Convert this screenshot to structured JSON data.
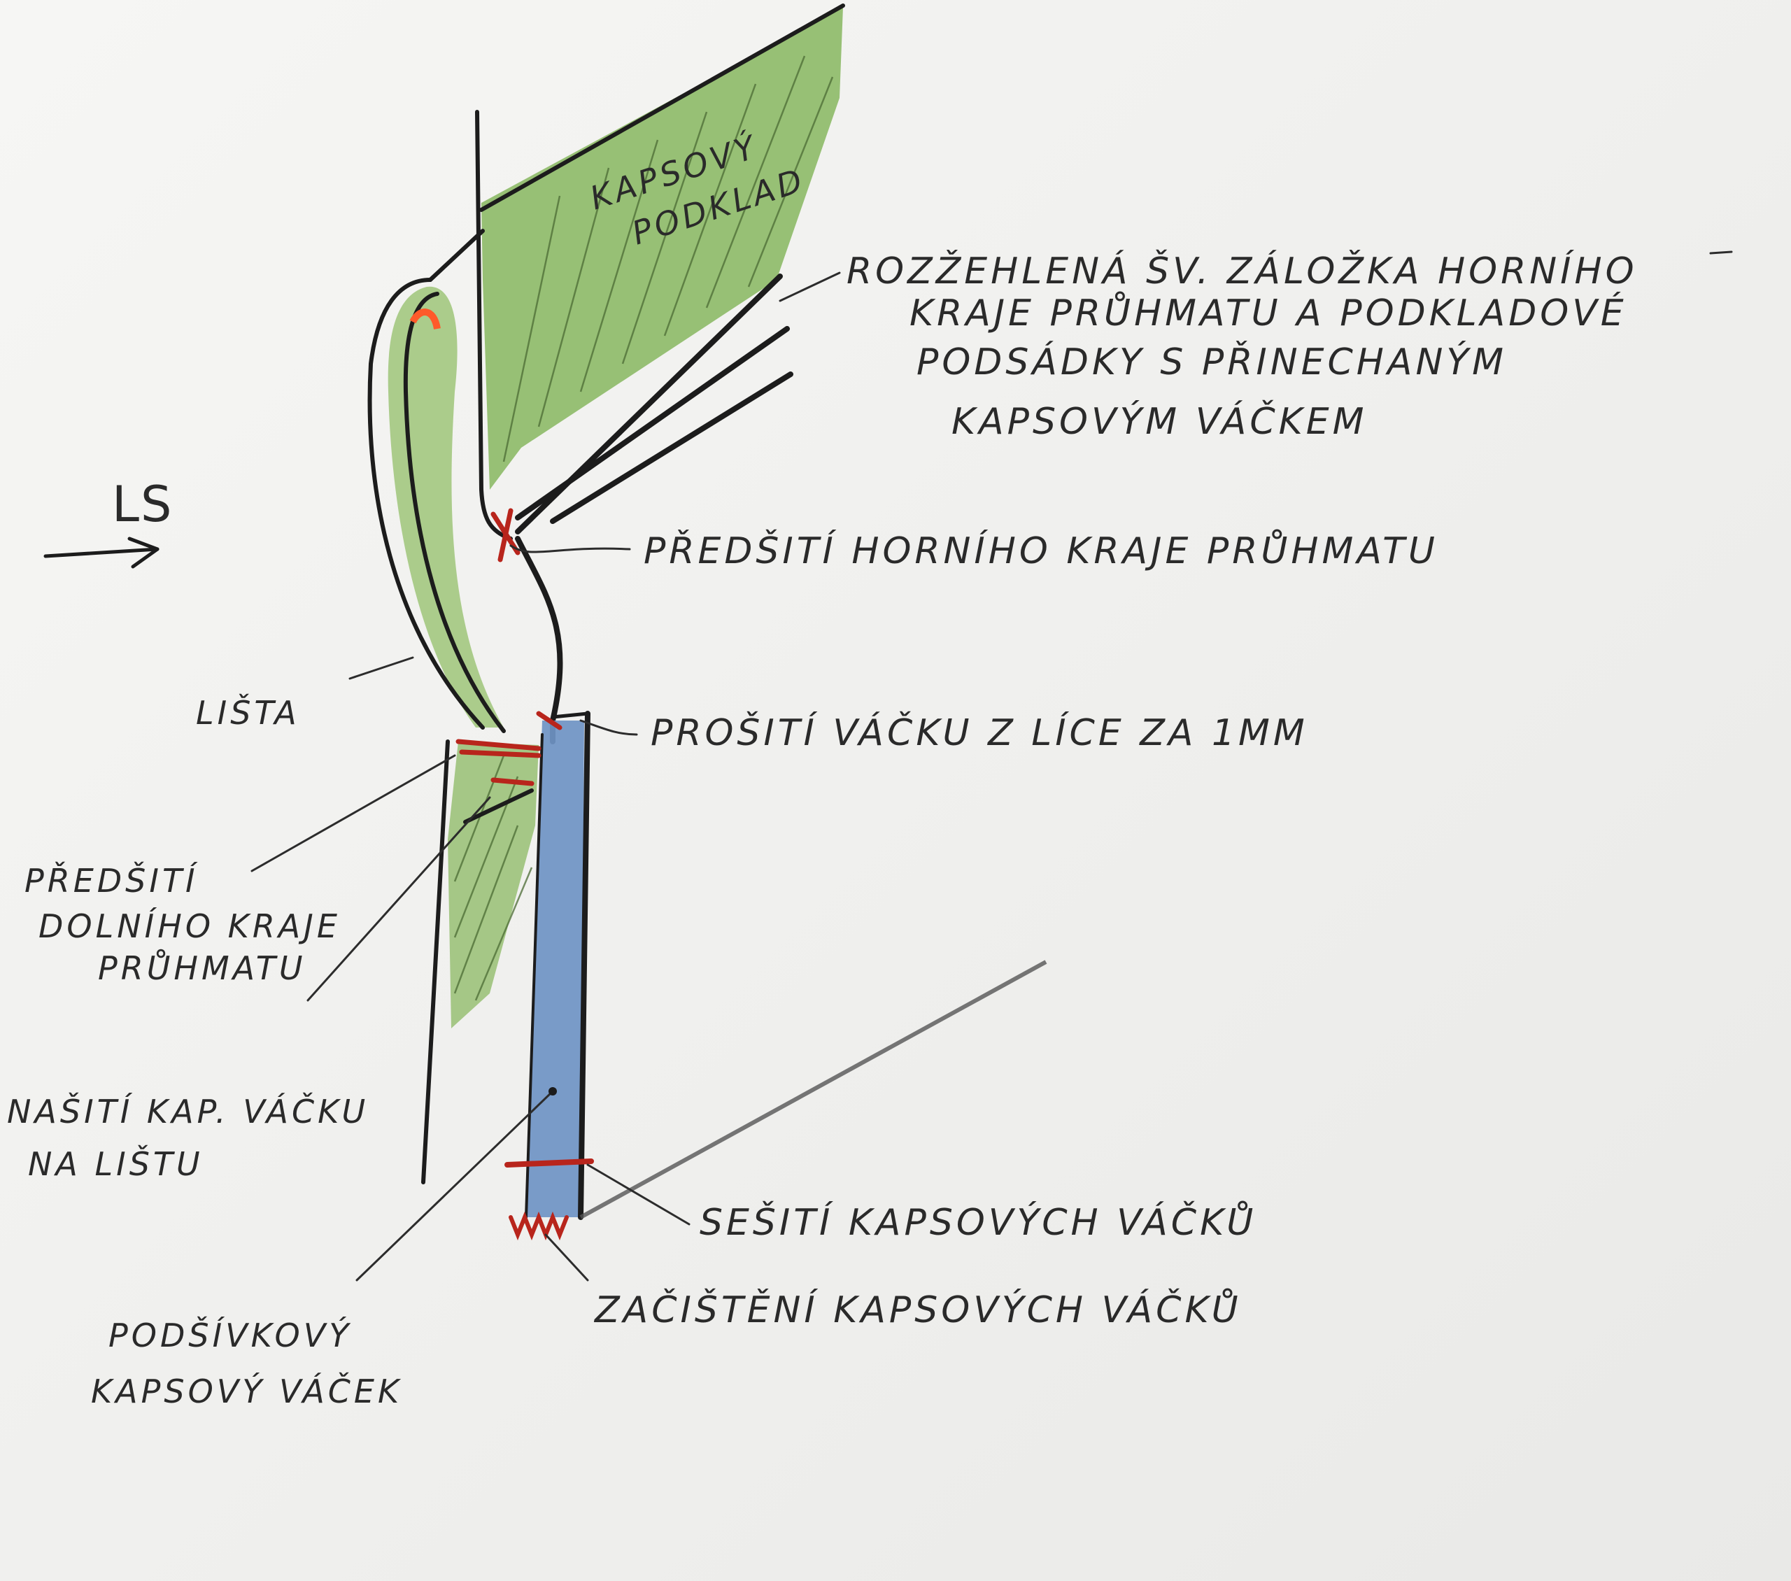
{
  "labels": {
    "kapsovy_podklad_line1": "KAPSOVÝ",
    "kapsovy_podklad_line2": "PODKLAD",
    "rozzehlena_line1": "ROZŽEHLENÁ ŠV. ZÁLOŽKA HORNÍHO",
    "rozzehlena_line2": "KRAJE PRŮHMATU A PODKLADOVÉ",
    "rozzehlena_line3": "PODSÁDKY S PŘINECHANÝM",
    "rozzehlena_line4": "KAPSOVÝM VÁČKEM",
    "ls": "LS",
    "predsiti_horniho": "PŘEDŠITÍ HORNÍHO KRAJE PRŮHMATU",
    "lista": "LIŠTA",
    "prositi_vacku": "PROŠITÍ VÁČKU Z LÍCE ZA 1MM",
    "predsiti_dolniho_line1": "PŘEDŠITÍ",
    "predsiti_dolniho_line2": "DOLNÍHO KRAJE",
    "predsiti_dolniho_line3": "PRŮHMATU",
    "nasiti_line1": "NAŠITÍ KAP. VÁČKU",
    "nasiti_line2": "NA LIŠTU",
    "seseni": "SEŠITÍ KAPSOVÝCH VÁČKŮ",
    "zacisteni": "ZAČIŠTĚNÍ KAPSOVÝCH VÁČKŮ",
    "podsivkovy_line1": "PODŠÍVKOVÝ",
    "podsivkovy_line2": "KAPSOVÝ VÁČEK"
  },
  "colors": {
    "podklad_green": "#8dba67",
    "lista_green": "#a7c985",
    "vacek_blue": "#6f94c4",
    "stitch_red": "#b8251c",
    "fold_orange": "#ff5a2a",
    "ink": "#1c1c1c"
  }
}
